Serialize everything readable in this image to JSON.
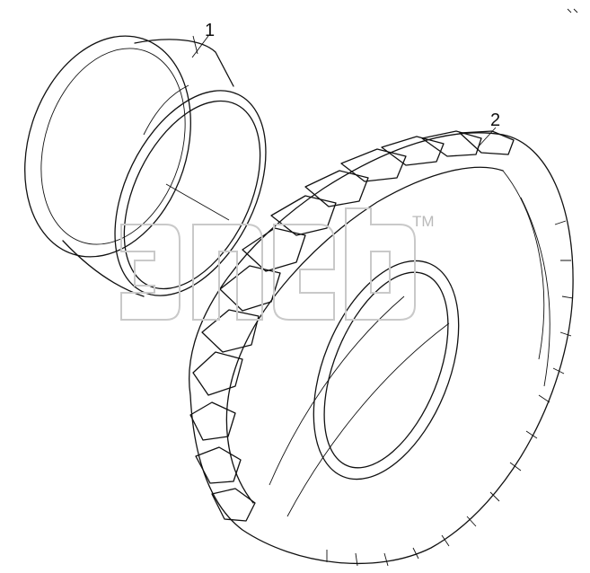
{
  "callouts": [
    {
      "label": "1",
      "part": "wheel-rim"
    },
    {
      "label": "2",
      "part": "tire"
    }
  ],
  "watermark": {
    "trademark": "TM"
  },
  "colors": {
    "line": "#111111",
    "watermark": "#c9c9c9",
    "background": "#ffffff"
  }
}
